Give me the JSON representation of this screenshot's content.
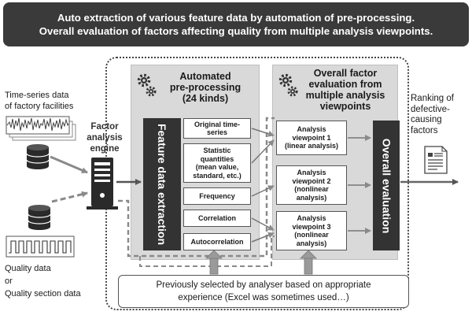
{
  "header": {
    "line1": "Auto extraction of various feature data by automation of pre-processing.",
    "line2": "Overall evaluation of factors affecting quality from multiple analysis viewpoints."
  },
  "inputs": {
    "timeseries_label_1": "Time-series data",
    "timeseries_label_2": "of factory facilities",
    "quality_label_1": "Quality data",
    "quality_label_2": "or",
    "quality_label_3": "Quality section data"
  },
  "engine": {
    "label_1": "Factor",
    "label_2": "analysis",
    "label_3": "engine"
  },
  "preprocessing": {
    "title_1": "Automated",
    "title_2": "pre-processing",
    "title_3": "(24 kinds)",
    "bar_label": "Feature data extraction",
    "items": [
      {
        "line1": "Original time-",
        "line2": "series",
        "line3": "",
        "line4": ""
      },
      {
        "line1": "Statistic",
        "line2": "quantities",
        "line3": "(mean value,",
        "line4": "standard, etc.)"
      },
      {
        "line1": "Frequency",
        "line2": "",
        "line3": "",
        "line4": ""
      },
      {
        "line1": "Correlation",
        "line2": "",
        "line3": "",
        "line4": ""
      },
      {
        "line1": "Autocorrelation",
        "line2": "",
        "line3": "",
        "line4": ""
      }
    ]
  },
  "evaluation": {
    "title_1": "Overall factor",
    "title_2": "evaluation from",
    "title_3": "multiple analysis",
    "title_4": "viewpoints",
    "bar_label": "Overall evaluation",
    "viewpoints": [
      {
        "line1": "Analysis",
        "line2": "viewpoint 1",
        "line3": "(linear analysis)",
        "line4": ""
      },
      {
        "line1": "Analysis",
        "line2": "viewpoint 2",
        "line3": "(nonlinear",
        "line4": "analysis)"
      },
      {
        "line1": "Analysis",
        "line2": "viewpoint 3",
        "line3": "(nonlinear",
        "line4": "analysis)"
      }
    ]
  },
  "output": {
    "label_1": "Ranking of",
    "label_2": "defective-",
    "label_3": "causing",
    "label_4": "factors"
  },
  "note": {
    "line1": "Previously selected by analyser based on appropriate",
    "line2": "experience (Excel was sometimes used…)"
  }
}
